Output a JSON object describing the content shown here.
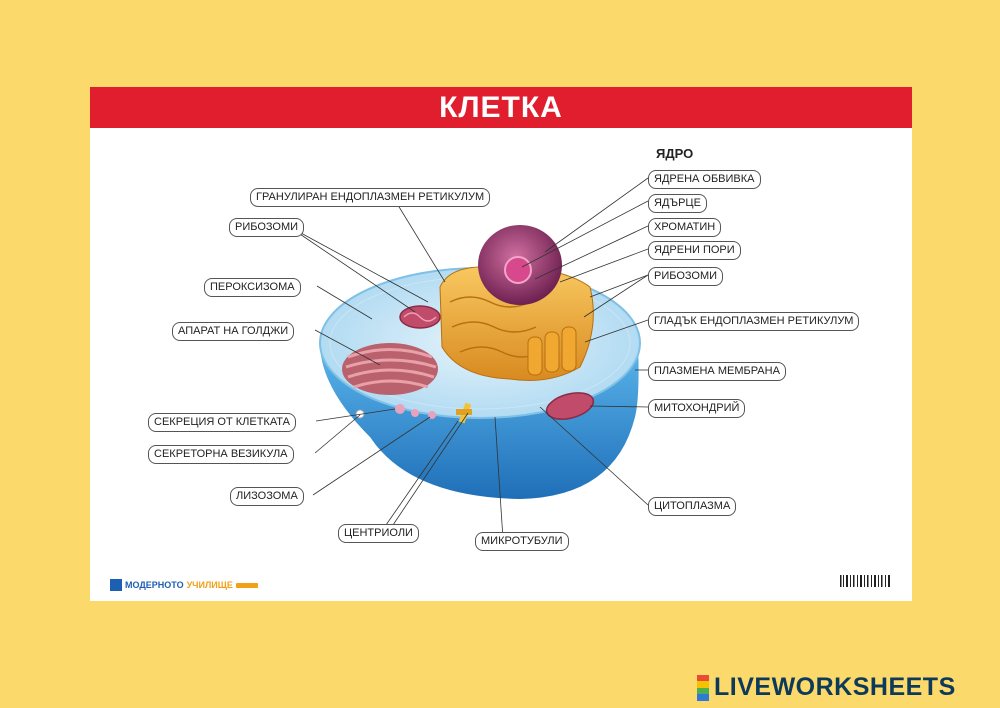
{
  "poster": {
    "title": "КЛЕТКА",
    "nucleus_header": "ЯДРО",
    "labels": {
      "granular_er": "ГРАНУЛИРАН ЕНДОПЛАЗМЕН РЕТИКУЛУМ",
      "ribosomes_left": "РИБОЗОМИ",
      "peroxisome": "ПЕРОКСИЗОМА",
      "golgi": "АПАРАТ НА ГОЛДЖИ",
      "secretion": "СЕКРЕЦИЯ ОТ КЛЕТКАТА",
      "secretory_vesicle": "СЕКРЕТОРНА ВЕЗИКУЛА",
      "lysosome": "ЛИЗОЗОМА",
      "centrioles": "ЦЕНТРИОЛИ",
      "microtubules": "МИКРОТУБУЛИ",
      "nuclear_envelope": "ЯДРЕНА ОБВИВКА",
      "nucleolus": "ЯДЪРЦЕ",
      "chromatin": "ХРОМАТИН",
      "nuclear_pores": "ЯДРЕНИ ПОРИ",
      "ribosomes_right": "РИБОЗОМИ",
      "smooth_er": "ГЛАДЪК ЕНДОПЛАЗМЕН РЕТИКУЛУМ",
      "plasma_membrane": "ПЛАЗМЕНА МЕМБРАНА",
      "mitochondrion": "МИТОХОНДРИЙ",
      "cytoplasm": "ЦИТОПЛАЗМА"
    },
    "footer": {
      "logo_part1": "МОДЕРНОТО",
      "logo_part2": "УЧИЛИЩЕ"
    }
  },
  "brand": {
    "text": "LIVEWORKSHEETS"
  },
  "colors": {
    "background": "#fbd96b",
    "title_bar": "#e01e2d",
    "cell_blue": "#3aa0e0",
    "er_orange": "#f0a830",
    "golgi_pink": "#c0707a",
    "nucleus_purple": "#8a3a6a"
  }
}
